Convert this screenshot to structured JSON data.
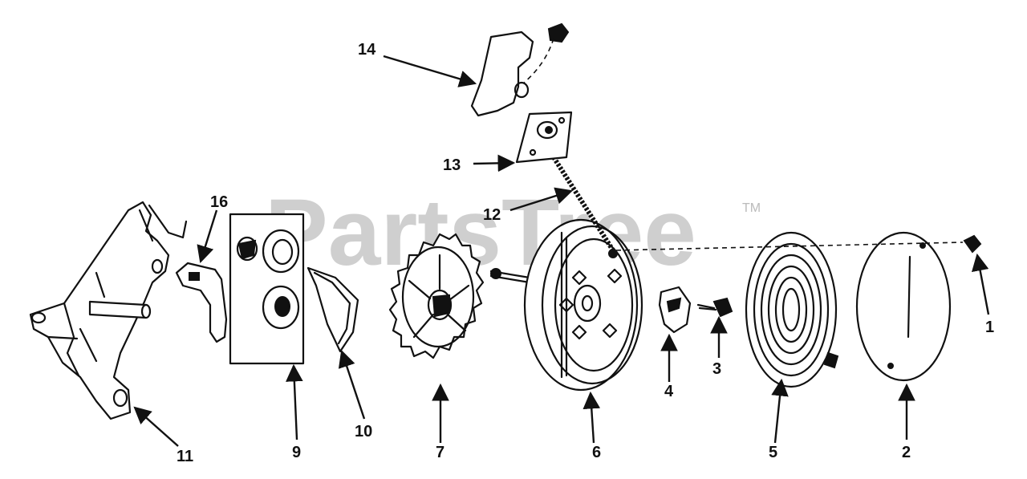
{
  "watermark": {
    "text": "PartsTree",
    "trademark": "TM"
  },
  "callouts": [
    {
      "id": "1",
      "label": "1"
    },
    {
      "id": "2",
      "label": "2"
    },
    {
      "id": "3",
      "label": "3"
    },
    {
      "id": "4",
      "label": "4"
    },
    {
      "id": "5",
      "label": "5"
    },
    {
      "id": "6",
      "label": "6"
    },
    {
      "id": "7",
      "label": "7"
    },
    {
      "id": "9",
      "label": "9"
    },
    {
      "id": "10",
      "label": "10"
    },
    {
      "id": "11",
      "label": "11"
    },
    {
      "id": "12",
      "label": "12"
    },
    {
      "id": "13",
      "label": "13"
    },
    {
      "id": "14",
      "label": "14"
    },
    {
      "id": "16",
      "label": "16"
    }
  ]
}
